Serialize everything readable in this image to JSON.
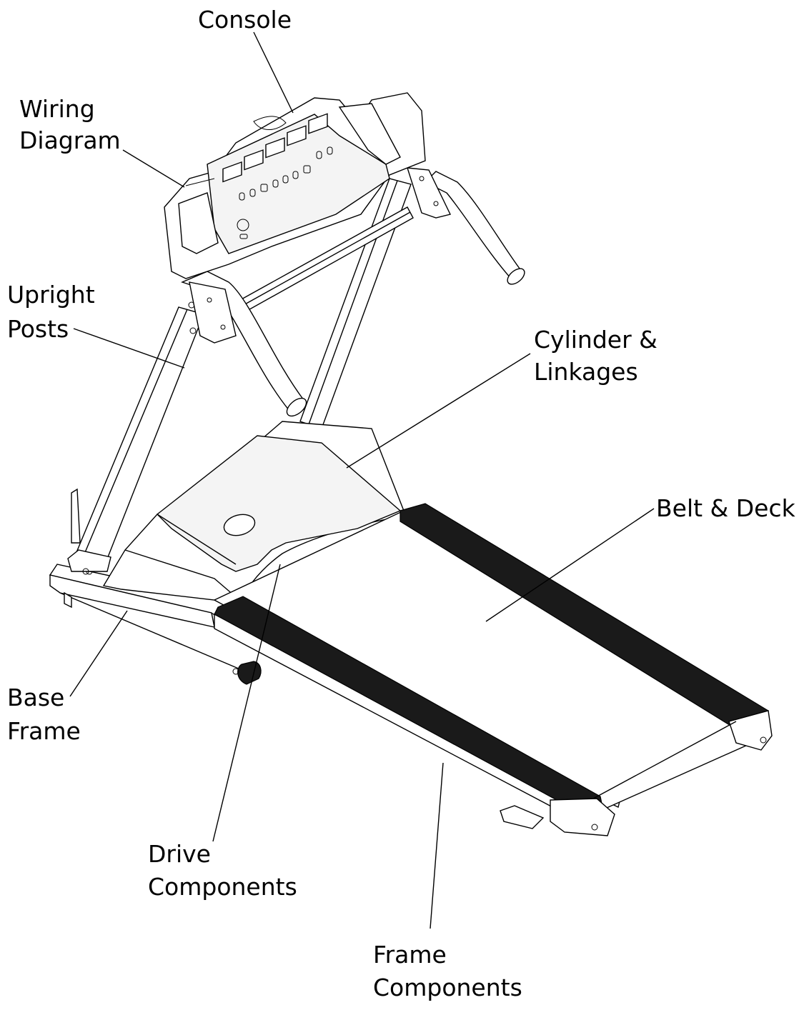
{
  "labels": {
    "console": [
      "Console"
    ],
    "wiring_diagram": [
      "Wiring",
      "Diagram"
    ],
    "upright_posts": [
      "Upright",
      "Posts"
    ],
    "cylinder_linkages": [
      "Cylinder &",
      "Linkages"
    ],
    "belt_deck": [
      "Belt & Deck"
    ],
    "base_frame": [
      "Base",
      "Frame"
    ],
    "drive_components": [
      "Drive",
      "Components"
    ],
    "frame_components": [
      "Frame",
      "Components"
    ]
  },
  "colors": {
    "line": "#000000",
    "background": "#ffffff",
    "belt_rail": "#1a1a1a"
  }
}
